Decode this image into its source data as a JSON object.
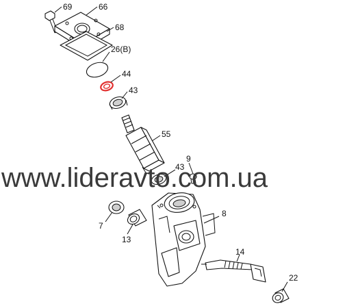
{
  "watermark": "www.lideravto.com.ua",
  "colors": {
    "highlight": "#e2302f",
    "line": "#111111",
    "watermark": "#3a3a3a"
  },
  "highlighted_part": "44",
  "parts": [
    {
      "id": "p69",
      "label": "69"
    },
    {
      "id": "p66",
      "label": "66"
    },
    {
      "id": "p68",
      "label": "68"
    },
    {
      "id": "p26",
      "label": "26(B)"
    },
    {
      "id": "p44",
      "label": "44"
    },
    {
      "id": "p43a",
      "label": "43"
    },
    {
      "id": "p55",
      "label": "55"
    },
    {
      "id": "p43b",
      "label": "43"
    },
    {
      "id": "p9",
      "label": "9"
    },
    {
      "id": "p8",
      "label": "8"
    },
    {
      "id": "p7",
      "label": "7"
    },
    {
      "id": "p13",
      "label": "13"
    },
    {
      "id": "p14",
      "label": "14"
    },
    {
      "id": "p22",
      "label": "22"
    }
  ]
}
